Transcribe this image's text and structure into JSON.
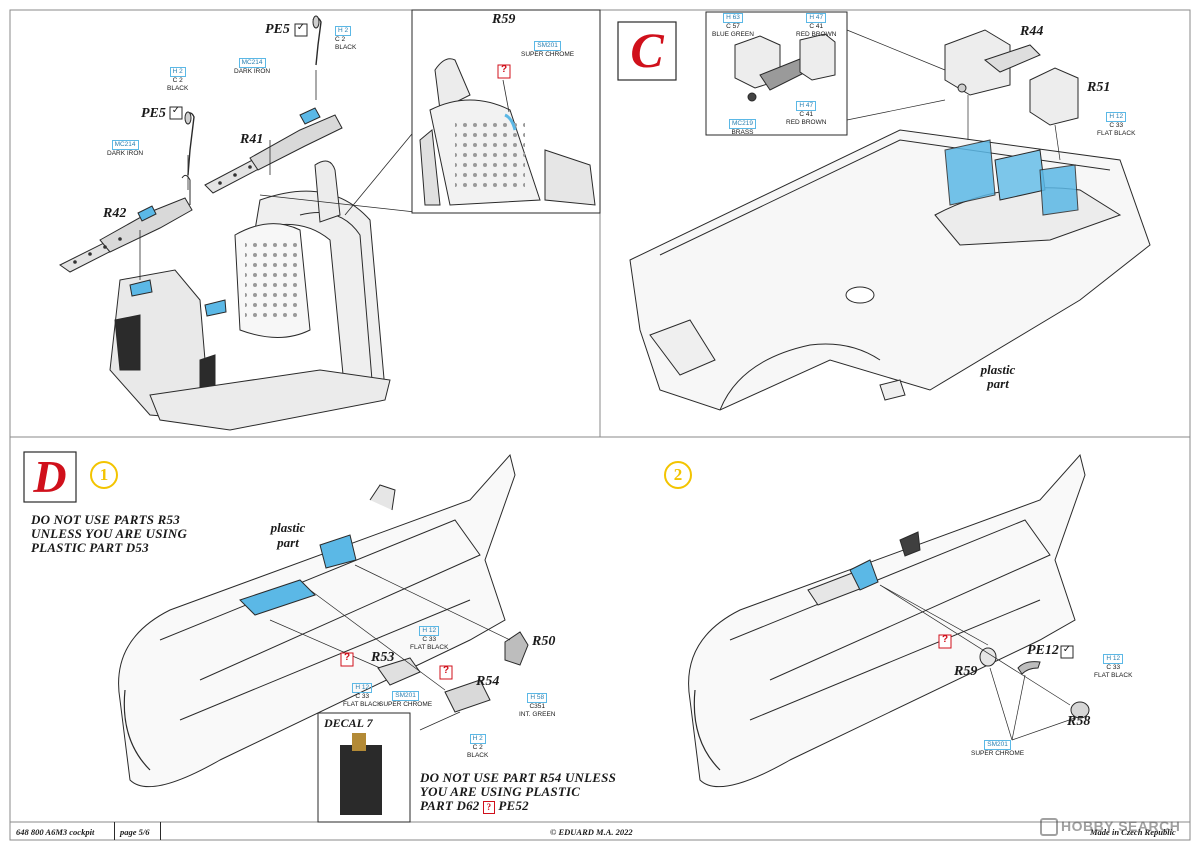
{
  "sections": {
    "c_letter": "C",
    "d_letter": "D",
    "step1": "1",
    "step2": "2"
  },
  "parts": {
    "pe5_top": "PE5",
    "pe5_left": "PE5",
    "r41": "R41",
    "r42": "R42",
    "r59_top": "R59",
    "r44": "R44",
    "r51": "R51",
    "r50": "R50",
    "r53": "R53",
    "r54": "R54",
    "r59_b": "R59",
    "pe12": "PE12",
    "r58": "R58"
  },
  "paints": {
    "pe5_top": {
      "h": "H 2",
      "c": "C 2",
      "name": "BLACK"
    },
    "pe5_left": {
      "h": "H 2",
      "c": "C 2",
      "name": "BLACK"
    },
    "mc214_a": {
      "code": "MC214",
      "name": "DARK IRON"
    },
    "mc214_b": {
      "code": "MC214",
      "name": "DARK IRON"
    },
    "sm201_top": {
      "code": "SM201",
      "name": "SUPER CHROME"
    },
    "h63": {
      "h": "H 63",
      "c": "C 57",
      "name": "BLUE GREEN"
    },
    "h47_a": {
      "h": "H 47",
      "c": "C 41",
      "name": "RED BROWN"
    },
    "h47_b": {
      "h": "H 47",
      "c": "C 41",
      "name": "RED BROWN"
    },
    "mc219": {
      "code": "MC219",
      "name": "BRASS"
    },
    "h12_r51": {
      "h": "H 12",
      "c": "C 33",
      "name": "FLAT BLACK"
    },
    "h12_r50": {
      "h": "H 12",
      "c": "C 33",
      "name": "FLAT BLACK"
    },
    "h12_r53": {
      "h": "H 12",
      "c": "C 33",
      "name": "FLAT BLACK"
    },
    "sm201_r53": {
      "code": "SM201",
      "name": "SUPER CHROME"
    },
    "h58": {
      "h": "H 58",
      "c": "C351",
      "name": "INT. GREEN"
    },
    "h2_r54": {
      "h": "H 2",
      "c": "C 2",
      "name": "BLACK"
    },
    "h12_pe12": {
      "h": "H 12",
      "c": "C 33",
      "name": "FLAT BLACK"
    },
    "sm201_b": {
      "code": "SM201",
      "name": "SUPER CHROME"
    }
  },
  "notes": {
    "plastic_c": [
      "plastic",
      "part"
    ],
    "plastic_d": [
      "plastic",
      "part"
    ],
    "warn_r53": [
      "DO NOT USE PARTS R53",
      "UNLESS YOU ARE USING",
      "PLASTIC PART D53"
    ],
    "warn_r54": [
      "DO NOT USE PART R54 UNLESS",
      "YOU ARE USING PLASTIC",
      "PART D62",
      "PE52"
    ],
    "decal": "DECAL 7",
    "unknown": "?"
  },
  "footer": {
    "code": "648 800  A6M3  cockpit",
    "page": "page 5/6",
    "copyright": "© EDUARD  M.A. 2022",
    "made": "Made in Czech Republic"
  },
  "watermark": {
    "text": "HOBBY SEARCH"
  },
  "colors": {
    "accent_blue": "#5bb8e6",
    "frame": "#8a8a8a",
    "section_red": "#d0101b",
    "step_yellow": "#f3c400",
    "line": "#2a2a2a"
  }
}
